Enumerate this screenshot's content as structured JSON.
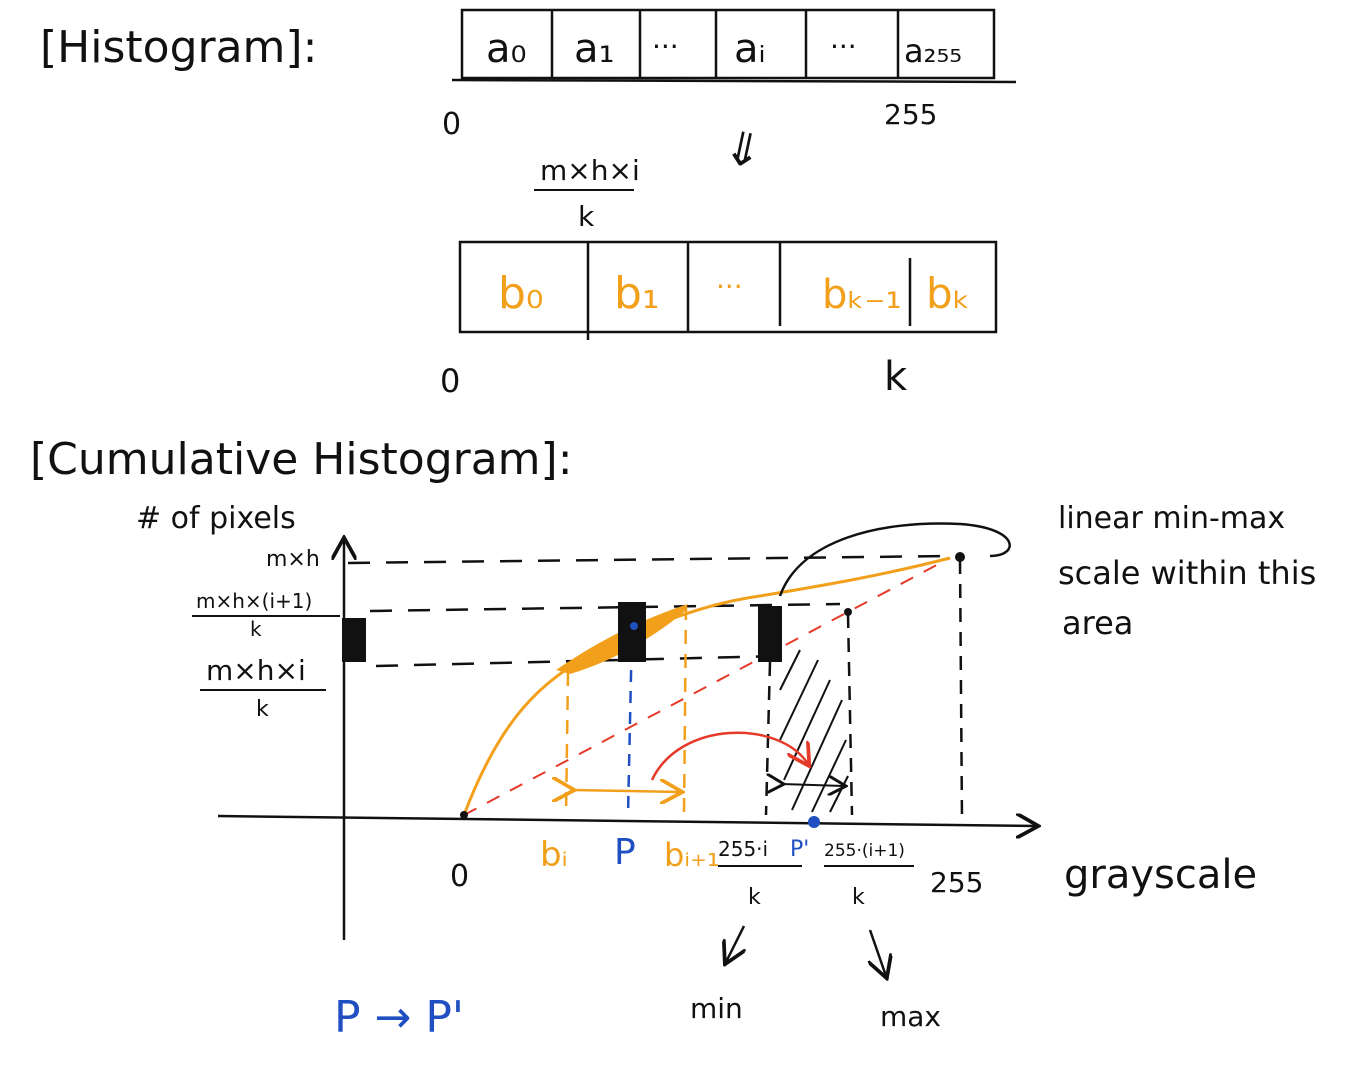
{
  "histogram": {
    "title": "[Histogram]:",
    "top_bins": [
      "a₀",
      "a₁",
      "···",
      "aᵢ",
      "···",
      "a₂₅₅"
    ],
    "top_start": "0",
    "top_end": "255",
    "arrow": "⇓",
    "fraction_num": "m×h×i",
    "fraction_den": "k",
    "bottom_bins": [
      "b₀",
      "b₁",
      "···",
      "bₖ₋₁",
      "bₖ"
    ],
    "bottom_start": "0",
    "bottom_end": "k"
  },
  "cumulative": {
    "title": "[Cumulative Histogram]:",
    "y_label": "# of pixels",
    "y_ticks": {
      "top": "m×h",
      "upper_num": "m×h×(i+1)",
      "upper_den": "k",
      "lower_num": "m×h×i",
      "lower_den": "k"
    },
    "x_label": "grayscale",
    "x_ticks": {
      "zero": "0",
      "bi": "bᵢ",
      "p": "P",
      "bi1": "bᵢ₊₁",
      "min_num": "255·i",
      "p_prime": "P'",
      "max_num": "255·(i+1)",
      "min_den": "k",
      "max_den": "k",
      "end": "255"
    },
    "annotation": [
      "linear min-max",
      "scale within this",
      "area"
    ],
    "min_label": "min",
    "max_label": "max",
    "mapping": "P → P'"
  },
  "colors": {
    "ink": "#111111",
    "orange": "#f2a01c",
    "blue": "#1f4fc0",
    "red": "#e53a2a"
  }
}
